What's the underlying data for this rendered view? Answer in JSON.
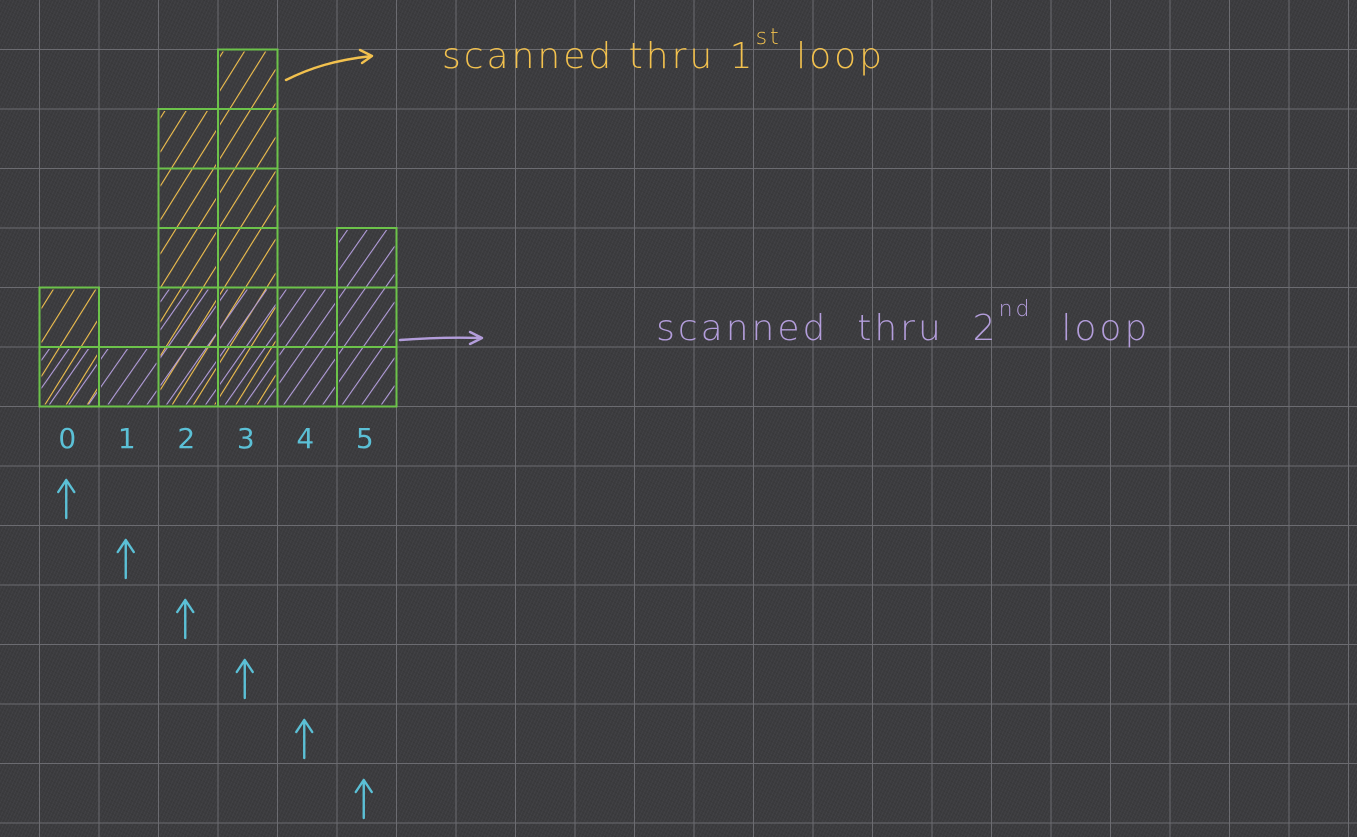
{
  "diagram": {
    "index_labels": [
      "0",
      "1",
      "2",
      "3",
      "4",
      "5"
    ],
    "heights": [
      2,
      1,
      5,
      6,
      2,
      3
    ],
    "first_loop_note": {
      "text_main": "scanned thru 1",
      "text_sup": "st",
      "text_end": " loop",
      "color": "#f2c14e"
    },
    "second_loop_note": {
      "text_main": "scanned  thru  2",
      "text_sup": "nd",
      "text_end": "  loop",
      "color": "#b39ddb"
    },
    "cell_border_color": "#6cc24a",
    "pointer_color": "#5bc0d6",
    "label_color": "#5bc0d6",
    "grid_line_color": "#6b6b70"
  }
}
